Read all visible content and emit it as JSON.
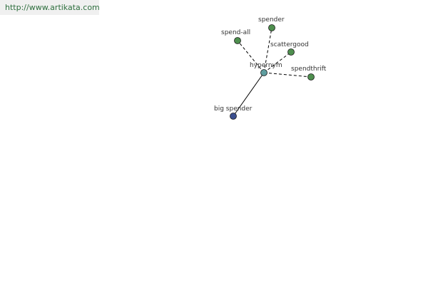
{
  "header": {
    "source_url": "http://www.artikata.com"
  },
  "graph": {
    "center": {
      "id": "hypernym",
      "label": "hypernym",
      "color": "#5f9ea0"
    },
    "nodes": [
      {
        "id": "spender",
        "label": "spender",
        "color": "#4e8f4e",
        "relation": "synonym"
      },
      {
        "id": "spend-all",
        "label": "spend-all",
        "color": "#4e8f4e",
        "relation": "synonym"
      },
      {
        "id": "scattergood",
        "label": "scattergood",
        "color": "#4e8f4e",
        "relation": "synonym"
      },
      {
        "id": "spendthrift",
        "label": "spendthrift",
        "color": "#4e8f4e",
        "relation": "synonym"
      },
      {
        "id": "big-spender",
        "label": "big spender",
        "color": "#3b4f8f",
        "relation": "hypernym"
      }
    ],
    "edge_styles": {
      "synonym": "dashed",
      "hypernym": "solid"
    }
  }
}
